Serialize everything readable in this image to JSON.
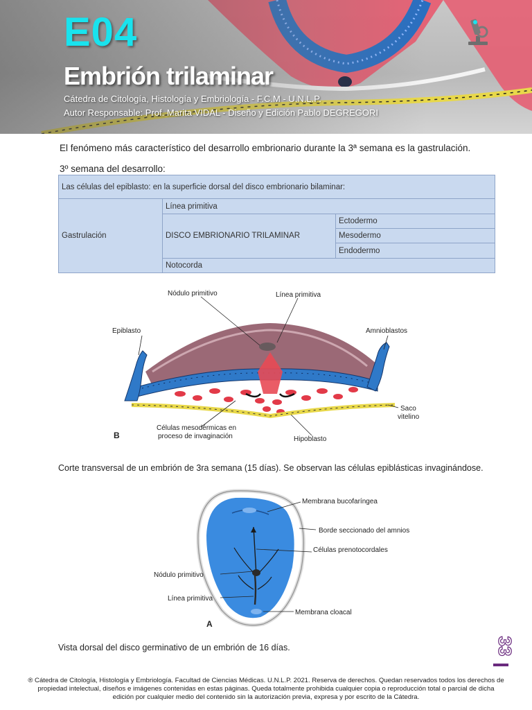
{
  "header": {
    "code": "E04",
    "title": "Embrión trilaminar",
    "subtitle_line1": "Cátedra de Citología, Histología y Embriología - F.C.M - U.N.L.P.",
    "subtitle_line2": "Autor Responsable: Prof. Marita VIDAL - Diseño y Edición Pablo DEGREGORI",
    "logo_icon": "microscope-icon",
    "colors": {
      "code": "#19e3ee",
      "title": "#ffffff"
    }
  },
  "intro": "El fenómeno más característico del desarrollo embrionario durante la 3ª semana es la gastrulación.",
  "week_heading": "3º semana del desarrollo:",
  "table": {
    "header": "Las células del epiblasto: en la superficie dorsal del disco embrionario bilaminar:",
    "process": "Gastrulación",
    "linea": "Línea primitiva",
    "disco": "DISCO EMBRIONARIO TRILAMINAR",
    "layers": [
      "Ectodermo",
      "Mesodermo",
      "Endodermo"
    ],
    "notocorda": "Notocorda",
    "color": "#c9d9ef"
  },
  "figure_b": {
    "letter": "B",
    "labels": {
      "nodulo": "Nódulo primitivo",
      "linea": "Línea primitiva",
      "epiblasto": "Epiblasto",
      "amnioblastos": "Amnioblastos",
      "saco": "Saco",
      "vitelino": "vitelino",
      "celulas1": "Células mesodérmicas en",
      "celulas2": "proceso de invaginación",
      "hipoblasto": "Hipoblasto"
    },
    "caption": "Corte transversal de un embrión de 3ra semana (15 días). Se observan las células epiblásticas invaginándose."
  },
  "figure_a": {
    "letter": "A",
    "labels": {
      "membrana_buco": "Membrana bucofaríngea",
      "borde": "Borde seccionado del amnios",
      "prenoto": "Células prenotocordales",
      "nodulo": "Nódulo primitivo",
      "linea": "Línea primitiva",
      "cloacal": "Membrana cloacal"
    },
    "caption": "Vista dorsal del disco germinativo de un embrión de 16 días."
  },
  "page_number": "33",
  "footer": "® Cátedra de Citología, Histología y Embriología. Facultad de Ciencias Médicas. U.N.L.P. 2021. Reserva de derechos. Quedan reservados todos los derechos de propiedad intelectual, diseños e imágenes contenidas en estas páginas. Queda totalmente prohibida cualquier copia o reproducción total o parcial de dicha edición por cualquier medio del contenido sin la autorización previa, expresa y por escrito de la Cátedra."
}
